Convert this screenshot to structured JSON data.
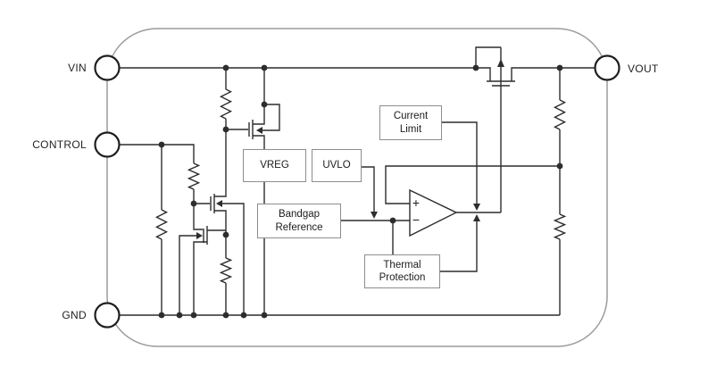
{
  "diagram": {
    "type": "ldo-regulator-functional-block-diagram",
    "pins": {
      "vin": {
        "label": "VIN"
      },
      "control": {
        "label": "CONTROL"
      },
      "gnd": {
        "label": "GND"
      },
      "vout": {
        "label": "VOUT"
      }
    },
    "blocks": {
      "vreg": {
        "label": "VREG"
      },
      "uvlo": {
        "label": "UVLO"
      },
      "bandgap": {
        "line1": "Bandgap",
        "line2": "Reference"
      },
      "current_limit": {
        "line1": "Current",
        "line2": "Limit"
      },
      "thermal_protection": {
        "line1": "Thermal",
        "line2": "Protection"
      }
    },
    "error_amplifier": {
      "plus_label": "+",
      "minus_label": "−"
    },
    "icons": {
      "pass_transistor": "pmos-pass-transistor-icon",
      "resistor": "resistor-zigzag-icon",
      "opamp": "error-amplifier-triangle-icon"
    },
    "colors": {
      "wire": "#2d2d2d",
      "chip_outline": "#9b9b9b",
      "block_border": "#8d8d8d",
      "label_text": "#232323",
      "background": "#ffffff"
    }
  }
}
